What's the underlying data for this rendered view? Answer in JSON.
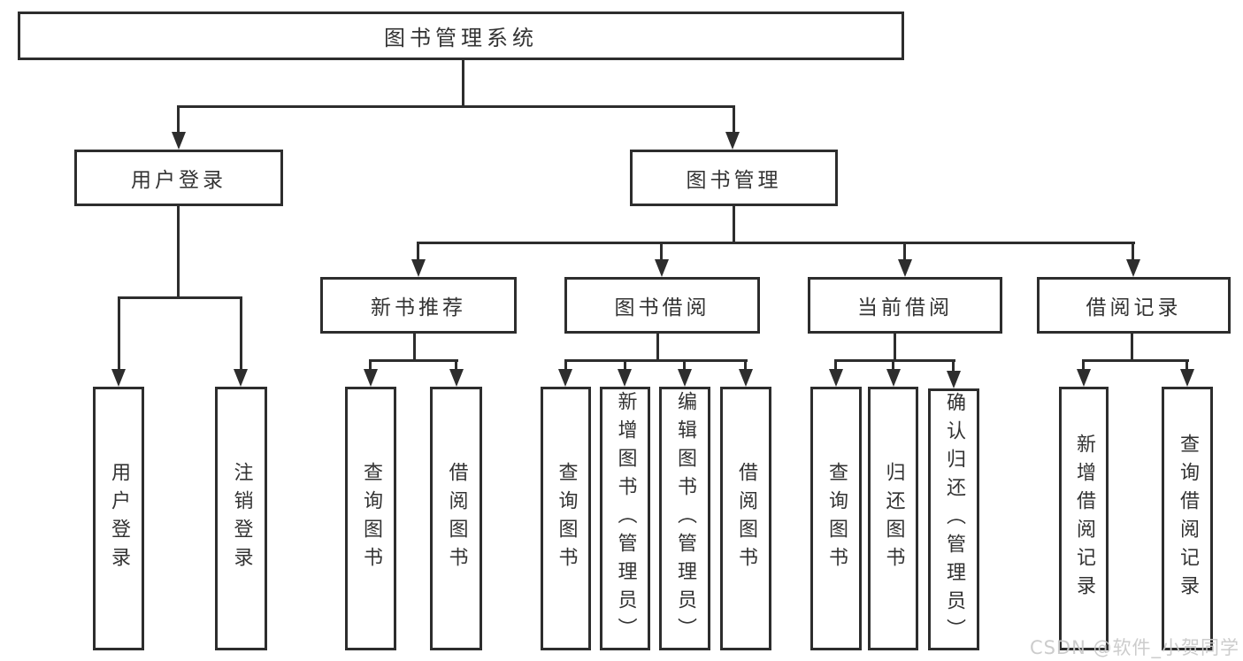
{
  "nodes": {
    "root": "图书管理系统",
    "user_login": "用户登录",
    "book_management": "图书管理",
    "new_book_recommend": "新书推荐",
    "book_borrowing": "图书借阅",
    "current_borrowing": "当前借阅",
    "borrowing_records": "借阅记录",
    "leaf_user_login": "用户登录",
    "leaf_logout": "注销登录",
    "leaf_query_book_1": "查询图书",
    "leaf_borrow_book_1": "借阅图书",
    "leaf_query_book_2": "查询图书",
    "leaf_add_book_admin": "新增图书（管理员）",
    "leaf_edit_book_admin": "编辑图书（管理员）",
    "leaf_borrow_book_2": "借阅图书",
    "leaf_query_book_3": "查询图书",
    "leaf_return_book": "归还图书",
    "leaf_confirm_return_admin": "确认归还（管理员）",
    "leaf_add_borrow_record": "新增借阅记录",
    "leaf_query_borrow_record": "查询借阅记录"
  },
  "hierarchy": {
    "图书管理系统": {
      "用户登录": [
        "用户登录",
        "注销登录"
      ],
      "图书管理": {
        "新书推荐": [
          "查询图书",
          "借阅图书"
        ],
        "图书借阅": [
          "查询图书",
          "新增图书（管理员）",
          "编辑图书（管理员）",
          "借阅图书"
        ],
        "当前借阅": [
          "查询图书",
          "归还图书",
          "确认归还（管理员）"
        ],
        "借阅记录": [
          "新增借阅记录",
          "查询借阅记录"
        ]
      }
    }
  },
  "watermark": "CSDN @软件_小贺同学",
  "colors": {
    "line": "#2d2d2d",
    "box_border": "#2d2d2d",
    "text": "#333333",
    "watermark": "#c9c9c9",
    "background": "#ffffff"
  }
}
